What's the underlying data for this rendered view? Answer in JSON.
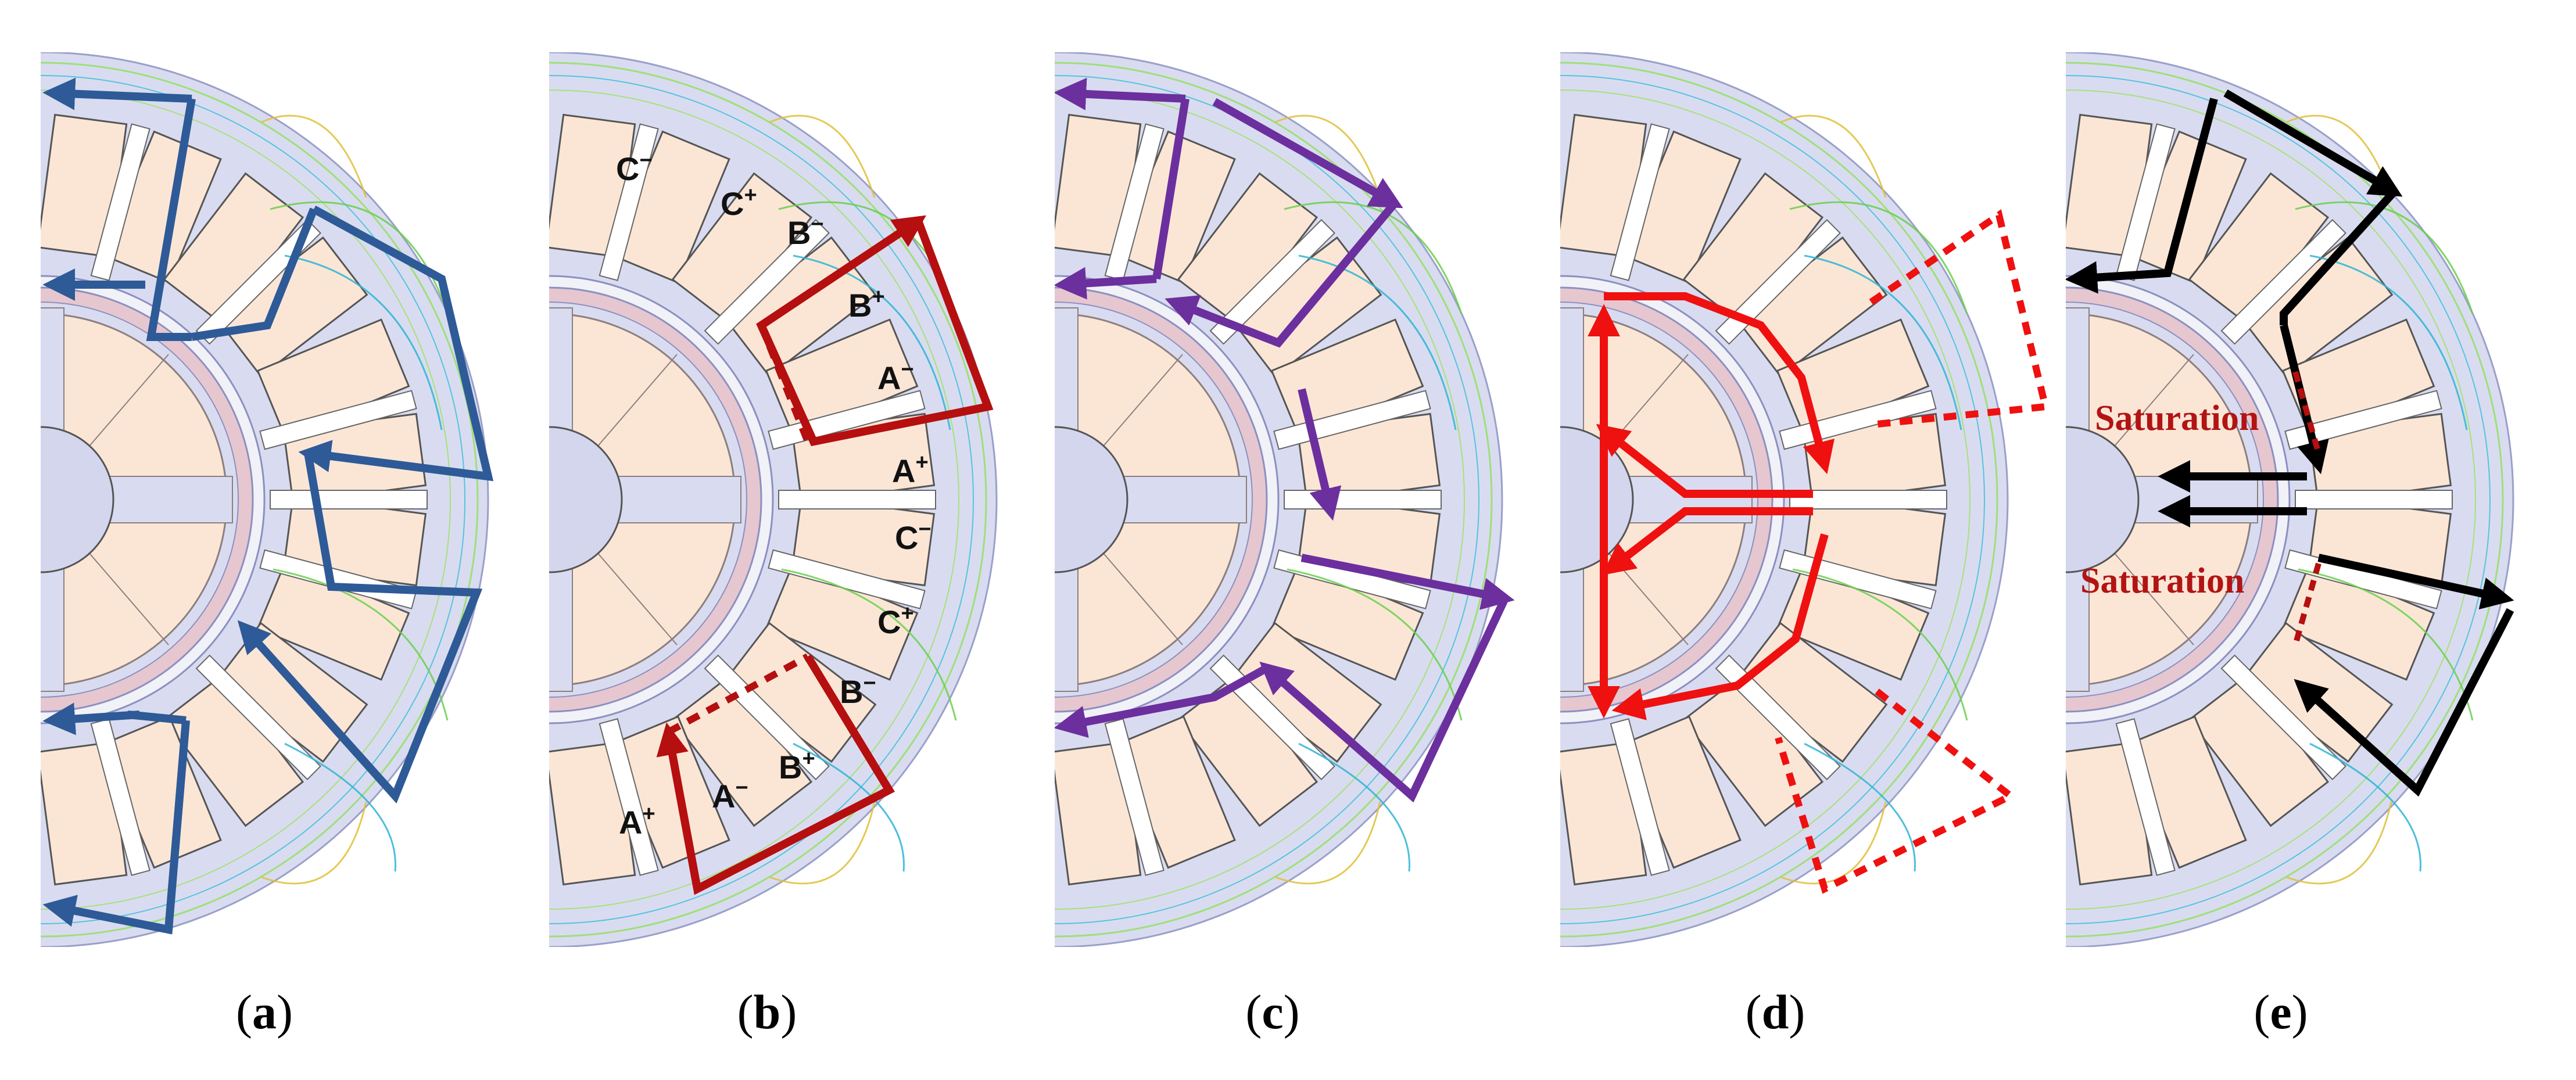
{
  "panels": [
    {
      "id": "a",
      "label": "a"
    },
    {
      "id": "b",
      "label": "b"
    },
    {
      "id": "c",
      "label": "c"
    },
    {
      "id": "d",
      "label": "d"
    },
    {
      "id": "e",
      "label": "e"
    }
  ],
  "slot_labels": {
    "c_minus_top": {
      "base": "C",
      "sup": "−"
    },
    "c_plus_top": {
      "base": "C",
      "sup": "+"
    },
    "b_minus_top": {
      "base": "B",
      "sup": "−"
    },
    "b_plus_top": {
      "base": "B",
      "sup": "+"
    },
    "a_minus_top": {
      "base": "A",
      "sup": "−"
    },
    "a_plus_mid": {
      "base": "A",
      "sup": "+"
    },
    "c_minus_mid": {
      "base": "C",
      "sup": "−"
    },
    "c_plus_bot": {
      "base": "C",
      "sup": "+"
    },
    "b_minus_bot": {
      "base": "B",
      "sup": "−"
    },
    "b_plus_bot": {
      "base": "B",
      "sup": "+"
    },
    "a_minus_bot": {
      "base": "A",
      "sup": "−"
    },
    "a_plus_bot": {
      "base": "A",
      "sup": "+"
    }
  },
  "annotations": {
    "saturation_top": "Saturation",
    "saturation_bottom": "Saturation"
  },
  "colors": {
    "stator_fill": "#d9dcf0",
    "slot_fill": "#fbe6d6",
    "rotor_fill": "#fbe6d6",
    "shaft_fill": "#d4d6ee",
    "airgap_band": "#e6c7cf",
    "flux_green": "#6ad04c",
    "flux_cyan": "#2fb5d6",
    "arrow_blue": "#2e5a97",
    "arrow_red": "#b50f0f",
    "arrow_purple": "#6c2f9e",
    "arrow_bright_red": "#ef1010",
    "arrow_black": "#000000"
  }
}
